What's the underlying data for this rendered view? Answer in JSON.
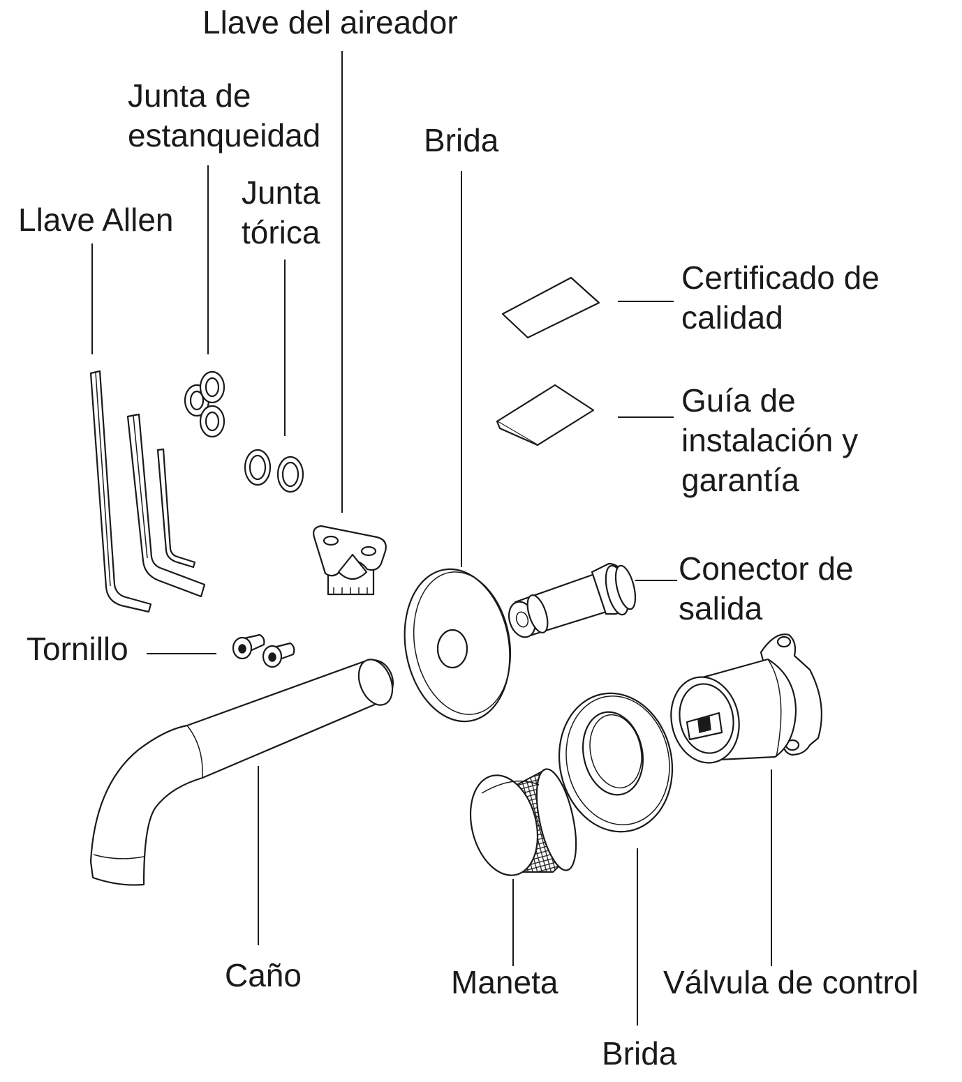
{
  "labels": {
    "llave_aireador": "Llave del aireador",
    "junta_estanqueidad": [
      "Junta de",
      "estanqueidad"
    ],
    "brida_top": "Brida",
    "junta_torica": [
      "Junta",
      "tórica"
    ],
    "llave_allen": "Llave Allen",
    "certificado": [
      "Certificado de",
      "calidad"
    ],
    "guia": [
      "Guía de",
      "instalación y",
      "garantía"
    ],
    "conector": [
      "Conector de",
      "salida"
    ],
    "tornillo": "Tornillo",
    "cano": "Caño",
    "maneta": "Maneta",
    "valvula": "Válvula de control",
    "brida_bottom": "Brida"
  },
  "colors": {
    "ink": "#1a1a1a",
    "background": "#ffffff"
  }
}
